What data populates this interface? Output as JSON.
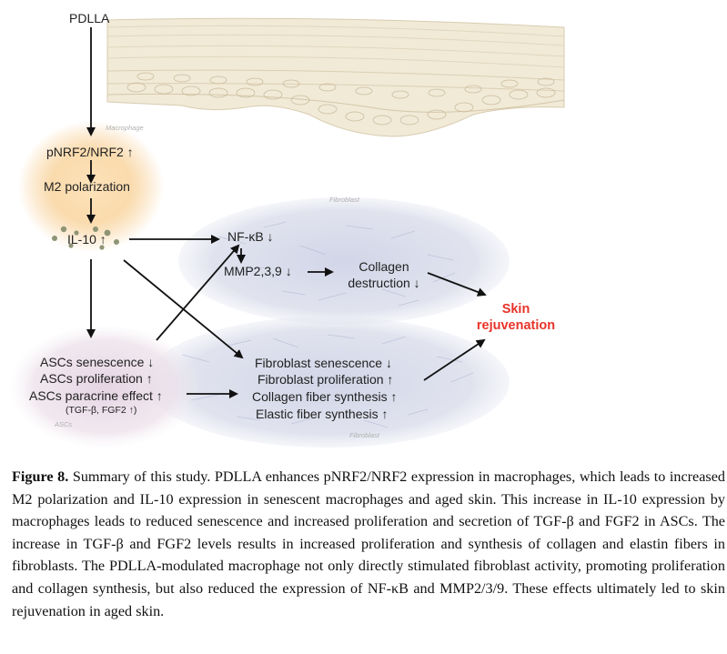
{
  "diagram": {
    "pdlla": "PDLLA",
    "macrophage_tag": "Macrophage",
    "nrf2": "pNRF2/NRF2 ↑",
    "m2": "M2 polarization",
    "il10": "IL-10 ↑",
    "fibroblast_tag_top": "Fibroblast",
    "nfkb": "NF-κB ↓",
    "mmp": "MMP2,3,9 ↓",
    "collagen_line1": "Collagen",
    "collagen_line2": "destruction ↓",
    "skin_line1": "Skin",
    "skin_line2": "rejuvenation",
    "ascs_senescence": "ASCs senescence ↓",
    "ascs_proliferation": "ASCs proliferation ↑",
    "ascs_paracrine": "ASCs paracrine effect ↑",
    "ascs_factors": "(TGF-β, FGF2 ↑)",
    "ascs_tag": "ASCs",
    "fib_senescence": "Fibroblast senescence ↓",
    "fib_proliferation": "Fibroblast proliferation ↑",
    "collagen_synthesis": "Collagen fiber synthesis ↑",
    "elastic_synthesis": "Elastic fiber synthesis ↑",
    "fibroblast_tag_bottom": "Fibroblast",
    "colors": {
      "highlight": "#e8332a",
      "macrophage_glow": "#f6c27a",
      "fibroblast_bg": "#d9dcea",
      "ascs_bg": "#e7dbe6"
    }
  },
  "caption": {
    "label": "Figure 8.",
    "text": " Summary of this study. PDLLA enhances pNRF2/NRF2 expression in macrophages, which leads to increased M2 polarization and IL-10 expression in senescent macrophages and aged skin. This increase in IL-10 expression by macrophages leads to reduced senescence and increased proliferation and secretion of TGF-β and FGF2 in ASCs. The increase in TGF-β and FGF2 levels results in increased proliferation and synthesis of collagen and elastin fibers in fibroblasts. The PDLLA-modulated macrophage not only directly stimulated fibroblast activity, promoting proliferation and collagen synthesis, but also reduced the expression of NF-κB and MMP2/3/9. These effects ultimately led to skin rejuvenation in aged skin."
  }
}
